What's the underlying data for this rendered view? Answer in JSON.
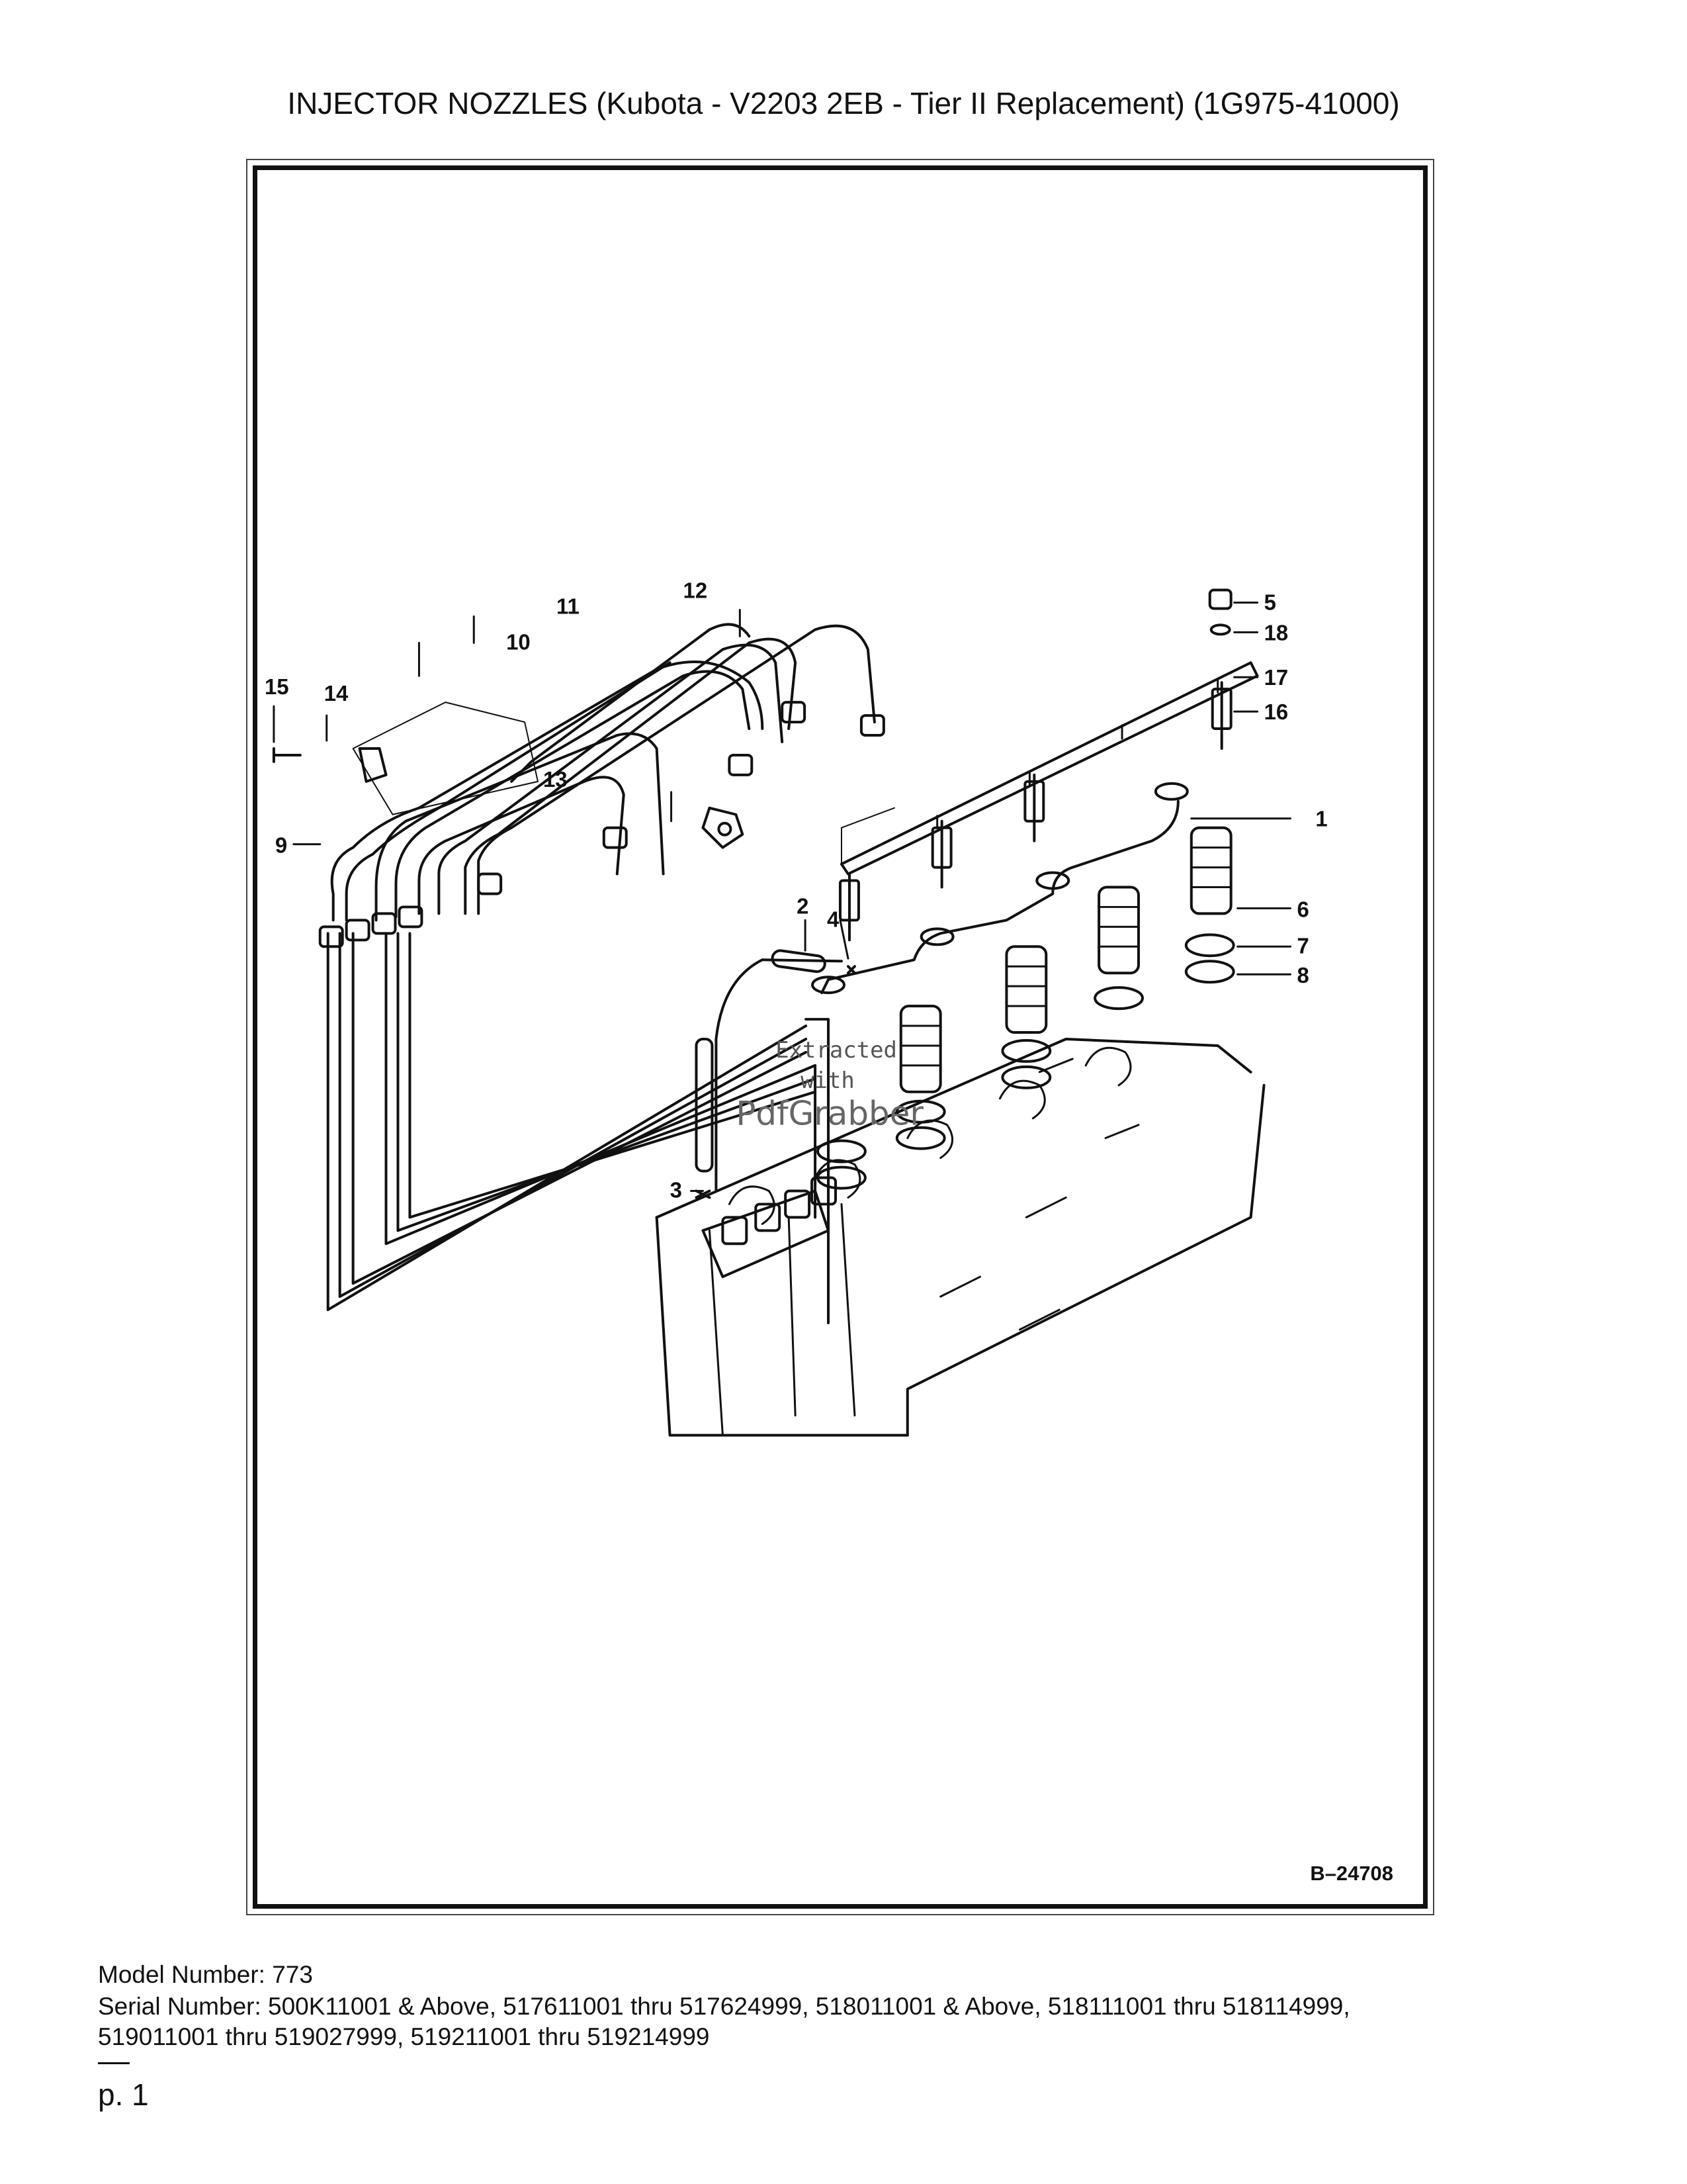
{
  "document": {
    "title": "INJECTOR NOZZLES (Kubota - V2203 2EB - Tier II Replacement) (1G975-41000)"
  },
  "diagram": {
    "figure_code": "B–24708",
    "callouts": [
      "1",
      "2",
      "3",
      "4",
      "5",
      "6",
      "7",
      "8",
      "9",
      "10",
      "11",
      "12",
      "13",
      "14",
      "15",
      "16",
      "17",
      "18"
    ],
    "watermark": {
      "line1": "Extracted",
      "line2": "with",
      "line3": "PdfGrabber"
    }
  },
  "footer": {
    "model_line": "Model Number: 773",
    "serial_line1": "Serial Number: 500K11001 & Above, 517611001 thru 517624999, 518011001 & Above, 518111001 thru 518114999,",
    "serial_line2": "519011001 thru 519027999, 519211001 thru 519214999",
    "page_label": "p. 1"
  }
}
